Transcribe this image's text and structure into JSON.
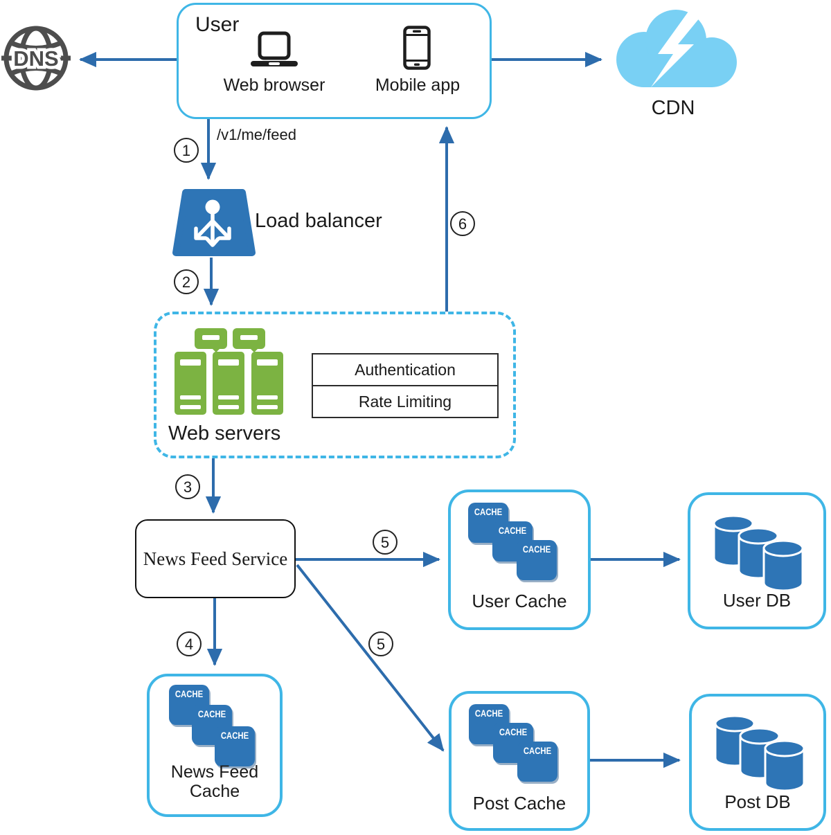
{
  "diagram": {
    "dns": {
      "label": "DNS"
    },
    "user": {
      "title": "User",
      "web_browser_label": "Web browser",
      "mobile_app_label": "Mobile app"
    },
    "cdn": {
      "label": "CDN"
    },
    "request_path": "/v1/me/feed",
    "load_balancer": {
      "label": "Load balancer"
    },
    "web_servers": {
      "label": "Web servers",
      "features": [
        "Authentication",
        "Rate Limiting"
      ]
    },
    "news_feed_service": {
      "label": "News Feed Service"
    },
    "user_cache": {
      "label": "User Cache"
    },
    "user_db": {
      "label": "User DB"
    },
    "news_feed_cache": {
      "label_line1": "News Feed",
      "label_line2": "Cache"
    },
    "post_cache": {
      "label": "Post Cache"
    },
    "post_db": {
      "label": "Post DB"
    },
    "cache_chip_label": "CACHE",
    "steps": [
      "1",
      "2",
      "3",
      "4",
      "5",
      "5",
      "6"
    ]
  },
  "colors": {
    "arrow_blue": "#2d6cac",
    "node_blue": "#2e75b6",
    "cyan_border": "#3fb6e6",
    "server_green": "#7cb342",
    "cloud_blue": "#79d0f4",
    "dns_gray": "#4d4d4d",
    "text": "#1a1a1a"
  }
}
